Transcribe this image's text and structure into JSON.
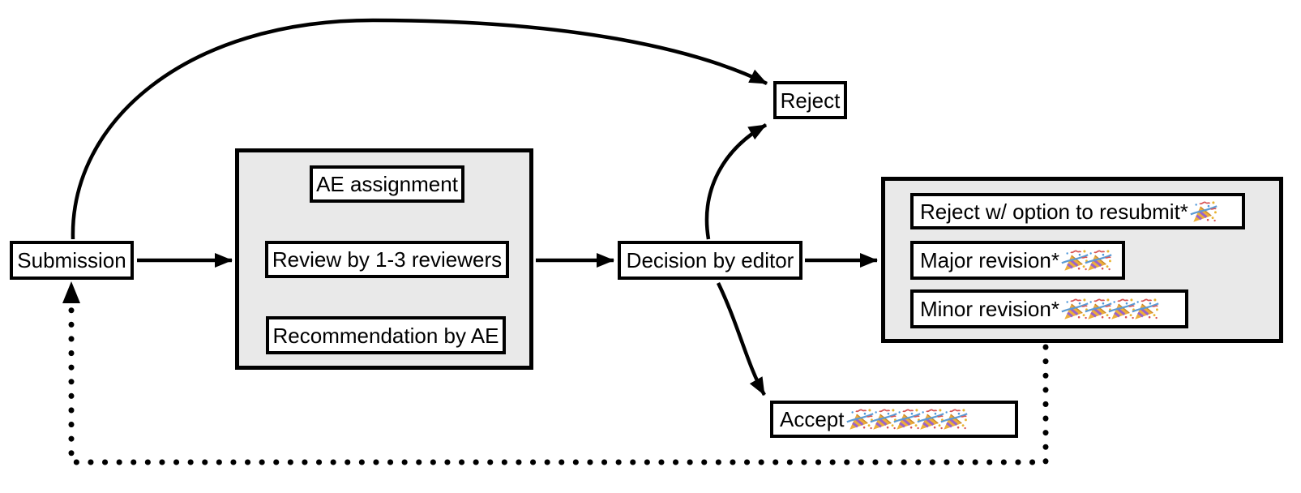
{
  "diagram": {
    "nodes": {
      "submission": {
        "label": "Submission"
      },
      "ae_assignment": {
        "label": "AE assignment"
      },
      "review": {
        "label": "Review by 1-3 reviewers"
      },
      "recommendation": {
        "label": "Recommendation by AE"
      },
      "decision": {
        "label": "Decision by editor"
      },
      "reject": {
        "label": "Reject"
      },
      "resubmit": {
        "label": "Reject w/ option to resubmit*",
        "popper_count": 1
      },
      "major_revision": {
        "label": "Major revision*",
        "popper_count": 2
      },
      "minor_revision": {
        "label": "Minor revision*",
        "popper_count": 4
      },
      "accept": {
        "label": "Accept",
        "popper_count": 5
      }
    },
    "edges": [
      {
        "from": "Submission",
        "to": "review group",
        "style": "solid-arrow"
      },
      {
        "from": "AE assignment",
        "to": "Review by 1-3 reviewers",
        "style": "solid-arrow"
      },
      {
        "from": "Review by 1-3 reviewers",
        "to": "Recommendation by AE",
        "style": "solid-arrow"
      },
      {
        "from": "review group",
        "to": "Decision by editor",
        "style": "solid-arrow"
      },
      {
        "from": "Submission",
        "to": "Reject",
        "style": "solid-curved-arrow"
      },
      {
        "from": "Decision by editor",
        "to": "Reject",
        "style": "solid-curved-arrow"
      },
      {
        "from": "Decision by editor",
        "to": "revision outcomes group",
        "style": "solid-arrow"
      },
      {
        "from": "Decision by editor",
        "to": "Accept",
        "style": "solid-curved-arrow"
      },
      {
        "from": "revision outcomes group",
        "to": "Submission",
        "style": "dotted-arrow"
      }
    ],
    "icons": {
      "popper": "party-popper-icon"
    },
    "colors": {
      "group_fill": "#e9e9e9",
      "box_fill": "#ffffff",
      "line": "#000000"
    }
  }
}
